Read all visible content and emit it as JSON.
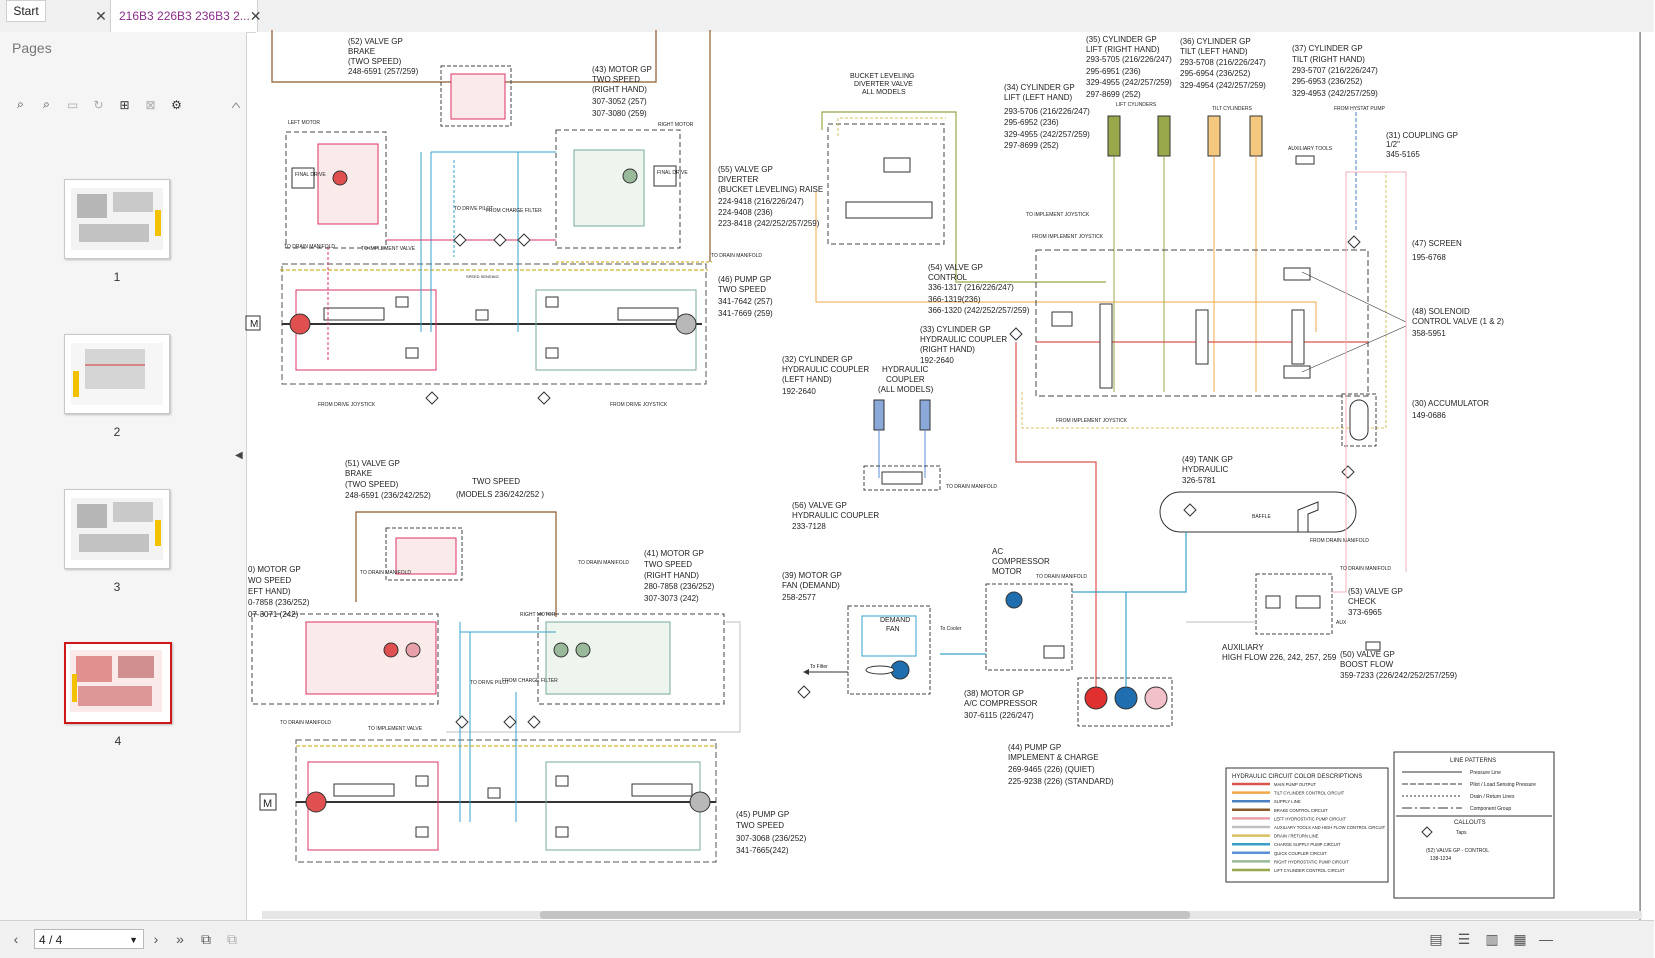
{
  "tabs": [
    {
      "label": "Start",
      "active": false
    },
    {
      "label": "216B3 226B3 236B3 2...",
      "active": true
    }
  ],
  "sidebar": {
    "title": "Pages",
    "thumbnails": [
      {
        "label": "1"
      },
      {
        "label": "2"
      },
      {
        "label": "3"
      },
      {
        "label": "4",
        "selected": true
      }
    ]
  },
  "diagram": {
    "c52": [
      "(52) VALVE GP",
      "BRAKE",
      "(TWO SPEED)",
      "248-6591 (257/259)"
    ],
    "c43": [
      "(43) MOTOR GP",
      "TWO SPEED",
      "(RIGHT HAND)",
      "307-3052 (257)",
      "307-3080 (259)"
    ],
    "c46": [
      "(46) PUMP GP",
      "TWO SPEED",
      "341-7642 (257)",
      "341-7669 (259)"
    ],
    "c51": [
      "(51) VALVE GP",
      "BRAKE",
      "(TWO SPEED)",
      "248-6591 (236/242/252)"
    ],
    "two_speed": [
      "TWO SPEED",
      "(MODELS 236/242/252 )"
    ],
    "c41": [
      "(41) MOTOR GP",
      "TWO SPEED",
      "(RIGHT HAND)",
      "280-7858 (236/252)",
      "307-3073 (242)"
    ],
    "c40": [
      "0) MOTOR GP",
      "WO SPEED",
      "EFT HAND)",
      "0-7858 (236/252)",
      "07-3071 (242)"
    ],
    "c45": [
      "(45) PUMP GP",
      "TWO SPEED",
      "307-3068 (236/252)",
      "341-7665(242)"
    ],
    "bucket": [
      "BUCKET LEVELING",
      "DIVERTER VALVE",
      "ALL MODELS"
    ],
    "c55": [
      "(55) VALVE GP",
      "DIVERTER",
      "(BUCKET LEVELING) RAISE",
      "224-9418 (216/226/247)",
      "224-9408 (236)",
      "223-8418 (242/252/257/259)"
    ],
    "c35": [
      "(35) CYLINDER GP",
      "LIFT (RIGHT HAND)",
      "293-5705 (216/226/247)",
      "295-6951 (236)",
      "329-4955 (242/257/259)",
      "297-8699 (252)"
    ],
    "c36": [
      "(36) CYLINDER GP",
      "TILT (LEFT HAND)",
      "293-5708 (216/226/247)",
      "295-6954 (236/252)",
      "329-4954 (242/257/259)"
    ],
    "c37": [
      "(37) CYLINDER GP",
      "TILT (RIGHT HAND)",
      "293-5707 (216/226/247)",
      "295-6953 (236/252)",
      "329-4953 (242/257/259)"
    ],
    "c34": [
      "(34) CYLINDER GP",
      "LIFT (LEFT HAND)",
      "293-5706 (216/226/247)",
      "295-6952 (236)",
      "329-4955 (242/257/259)",
      "297-8699 (252)"
    ],
    "c31": [
      "(31) COUPLING GP",
      "1/2\"",
      "345-5165"
    ],
    "c47": [
      "(47) SCREEN",
      "195-6768"
    ],
    "c54": [
      "(54) VALVE GP",
      "CONTROL",
      "336-1317 (216/226/247)",
      "366-1319(236)",
      "366-1320 (242/252/257/259)"
    ],
    "c48": [
      "(48) SOLENOID",
      "CONTROL VALVE (1 & 2)",
      "358-5951"
    ],
    "c33": [
      "(33) CYLINDER GP",
      "HYDRAULIC COUPLER",
      "(RIGHT HAND)",
      "192-2640"
    ],
    "c32": [
      "(32) CYLINDER GP",
      "HYDRAULIC COUPLER",
      "(LEFT HAND)",
      "192-2640"
    ],
    "hydcoupler": [
      "HYDRAULIC",
      "COUPLER",
      "(ALL MODELS)"
    ],
    "c30": [
      "(30) ACCUMULATOR",
      "149-0686"
    ],
    "c56": [
      "(56) VALVE GP",
      "HYDRAULIC COUPLER",
      "233-7128"
    ],
    "c49": [
      "(49) TANK GP",
      "HYDRAULIC",
      "326-5781"
    ],
    "c39": [
      "(39) MOTOR GP",
      "FAN (DEMAND)",
      "258-2577"
    ],
    "demandfan": [
      "DEMAND",
      "FAN"
    ],
    "accomp": [
      "AC",
      "COMPRESSOR",
      "MOTOR"
    ],
    "c38": [
      "(38) MOTOR GP",
      "A/C COMPRESSOR",
      "307-6115 (226/247)"
    ],
    "c44": [
      "(44) PUMP GP",
      "IMPLEMENT & CHARGE",
      "269-9465 (226) (QUIET)",
      "225-9238 (226) (STANDARD)"
    ],
    "c53": [
      "(53) VALVE GP",
      "CHECK",
      "373-6965"
    ],
    "c50": [
      "(50) VALVE GP",
      "BOOST FLOW",
      "359-7233 (226/242/252/257/259)"
    ],
    "auxhf": [
      "AUXILIARY",
      "HIGH FLOW 226, 242, 257, 259"
    ],
    "small": {
      "to_drain_manifold": "TO DRAIN MANIFOLD",
      "to_implement_valve": "TO IMPLEMENT VALVE",
      "from_drive_joystick": "FROM DRIVE JOYSTICK",
      "to_implement_joystick": "TO IMPLEMENT JOYSTICK",
      "from_implement_joystick": "FROM IMPLEMENT JOYSTICK",
      "to_drive_pilot": "TO DRIVE PILOT",
      "from_charge_filter": "FROM CHARGE FILTER",
      "baffle": "BAFFLE",
      "from_drain_manifold": "FROM DRAIN MANIFOLD",
      "to_cooler": "To Cooler",
      "to_filter": "To Filter",
      "from_hystat_pump": "FROM HYSTAT PUMP",
      "auxiliary_tools": "AUXILIARY TOOLS",
      "lift_cylinders": "LIFT CYLINDERS",
      "tilt_cylinders": "TILT CYLINDERS",
      "left_motor": "LEFT MOTOR",
      "right_motor": "RIGHT MOTOR",
      "final_drive": "FINAL DRIVE",
      "speed_sensing": "SPEED SENSING",
      "aux": "AUX",
      "m": "M"
    },
    "legend_colors": {
      "title": "HYDRAULIC CIRCUIT COLOR DESCRIPTIONS",
      "items": [
        {
          "label": "MAIN PUMP OUTPUT",
          "color": "#d9534f"
        },
        {
          "label": "TILT CYLINDER CONTROL CIRCUIT",
          "color": "#f0a848"
        },
        {
          "label": "SUPPLY LINE",
          "color": "#4a7fc1"
        },
        {
          "label": "BRAKE CONTROL CIRCUIT",
          "color": "#8b5a2b"
        },
        {
          "label": "LEFT HYDROSTATIC PUMP CIRCUIT",
          "color": "#e8a0a8"
        },
        {
          "label": "AUXILIARY TOOLS AND HIGH FLOW CONTROL CIRCUIT",
          "color": "#c0c0c0"
        },
        {
          "label": "DRAIN / RETURN LINE",
          "color": "#d8c060"
        },
        {
          "label": "CHARGE SUPPLY PUMP CIRCUIT",
          "color": "#3aa0c8"
        },
        {
          "label": "QUICK COUPLER CIRCUIT",
          "color": "#5b8fd8"
        },
        {
          "label": "RIGHT HYDROSTATIC PUMP CIRCUIT",
          "color": "#9ab89a"
        },
        {
          "label": "LIFT CYLINDER CONTROL CIRCUIT",
          "color": "#98a84a"
        }
      ]
    },
    "legend_patterns": {
      "title": "LINE PATTERNS",
      "items": [
        "Pressure Line",
        "Pilot / Load Sensing Pressure",
        "Drain / Return Lines",
        "Component Group"
      ],
      "callouts_title": "CALLOUTS",
      "taps": "Taps",
      "example_a": "(52) VALVE GP - CONTROL",
      "example_b": "138-1234"
    }
  },
  "footer": {
    "page": "4 / 4"
  }
}
